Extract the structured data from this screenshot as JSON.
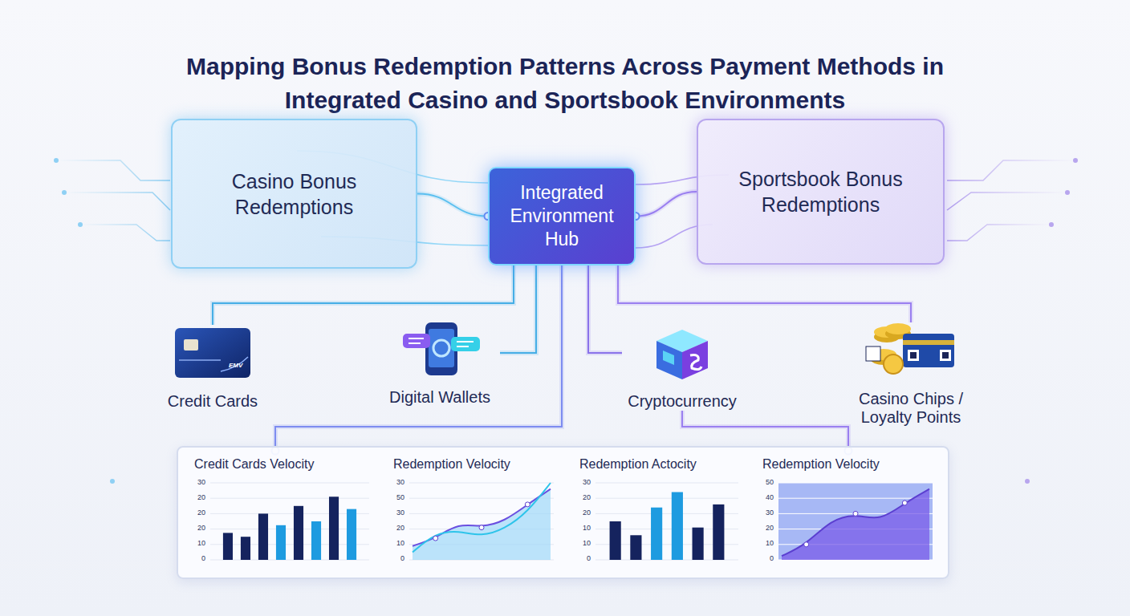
{
  "diagram": {
    "title": "Mapping Bonus Redemption Patterns Across Payment Methods in Integrated Casino and Sportsbook Environments",
    "nodes": [
      {
        "text": [
          "Casino Bonus Redemptions"
        ]
      },
      {
        "text": [
          "Integrated Environment Hub"
        ]
      },
      {
        "text": [
          "Sportsbook Bonus Redemptions"
        ]
      },
      {
        "text": [
          "Credit Cards"
        ]
      },
      {
        "text": [
          "Digital Wallets"
        ]
      },
      {
        "text": [
          "Cryptocurrency"
        ]
      },
      {
        "text": [
          "Casino Chips / Loyalty Points"
        ]
      },
      {
        "text": [
          "Credit Cards Velocity"
        ]
      },
      {
        "text": [
          "Redemption Velocity"
        ]
      },
      {
        "text": [
          "Redemption Actocity"
        ]
      },
      {
        "text": [
          "Redemption Velocity"
        ]
      }
    ],
    "edges": [
      {
        "from": 0,
        "to": 1,
        "arrow": "none"
      },
      {
        "from": 1,
        "to": 2,
        "arrow": "none"
      },
      {
        "from": 1,
        "to": 3,
        "arrow": "none"
      },
      {
        "from": 1,
        "to": 4,
        "arrow": "none"
      },
      {
        "from": 1,
        "to": 5,
        "arrow": "none"
      },
      {
        "from": 1,
        "to": 6,
        "arrow": "none"
      },
      {
        "from": 1,
        "to": 7,
        "arrow": "none"
      },
      {
        "from": 5,
        "to": 10,
        "arrow": "none"
      }
    ],
    "labels": [
      "30",
      "20",
      "20",
      "20",
      "10",
      "0",
      "30",
      "50",
      "30",
      "20",
      "10",
      "0",
      "30",
      "20",
      "20",
      "10",
      "10",
      "0",
      "50",
      "40",
      "30",
      "20",
      "10",
      "0",
      "EMV"
    ]
  }
}
